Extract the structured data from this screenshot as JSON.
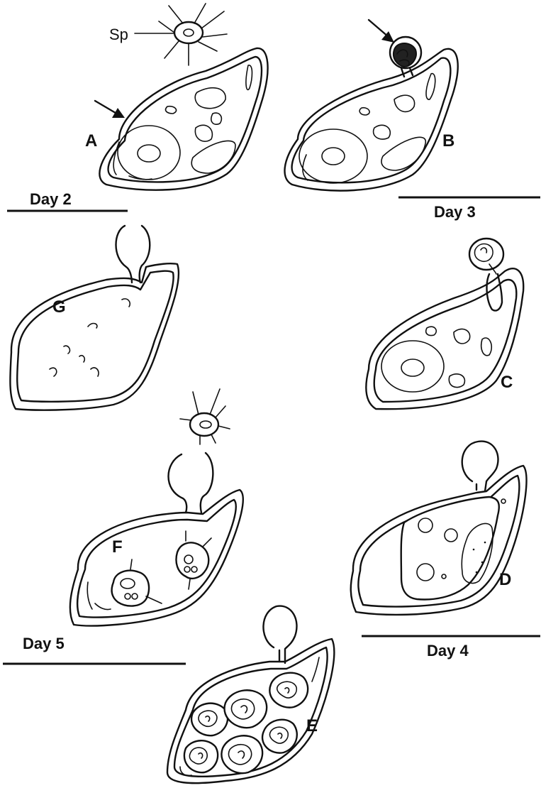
{
  "panels": {
    "a": {
      "label": "A"
    },
    "b": {
      "label": "B"
    },
    "c": {
      "label": "C"
    },
    "d": {
      "label": "D"
    },
    "e": {
      "label": "E"
    },
    "f": {
      "label": "F"
    },
    "g": {
      "label": "G"
    }
  },
  "zoospore_label": "Sp",
  "days": {
    "day2": "Day 2",
    "day3": "Day 3",
    "day4": "Day 4",
    "day5": "Day 5"
  }
}
